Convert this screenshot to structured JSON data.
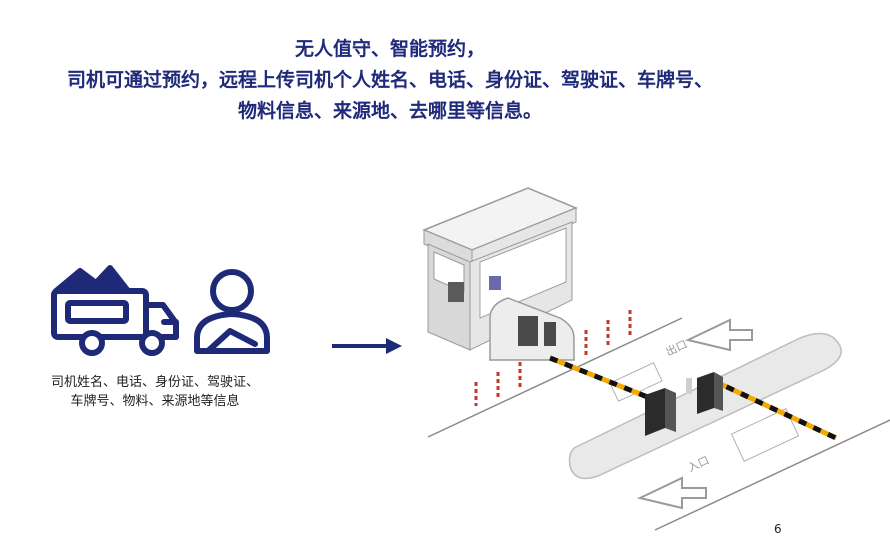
{
  "headline": {
    "line1": "无人值守、智能预约，",
    "line2": "司机可通过预约，远程上传司机个人姓名、电话、身份证、驾驶证、车牌号、",
    "line3": "物料信息、来源地、去哪里等信息。"
  },
  "caption": {
    "line1": "司机姓名、电话、身份证、驾驶证、",
    "line2": "车牌号、物料、来源地等信息"
  },
  "page_number": "6",
  "icons": [
    "truck-icon",
    "driver-icon",
    "arrow-right-icon",
    "gate-illustration"
  ],
  "colors": {
    "headline": "#1f2a7a",
    "icon_navy": "#1e2a78",
    "barrier_yellow": "#f2a900",
    "barrier_black": "#111111",
    "post_red": "#c0392b"
  }
}
